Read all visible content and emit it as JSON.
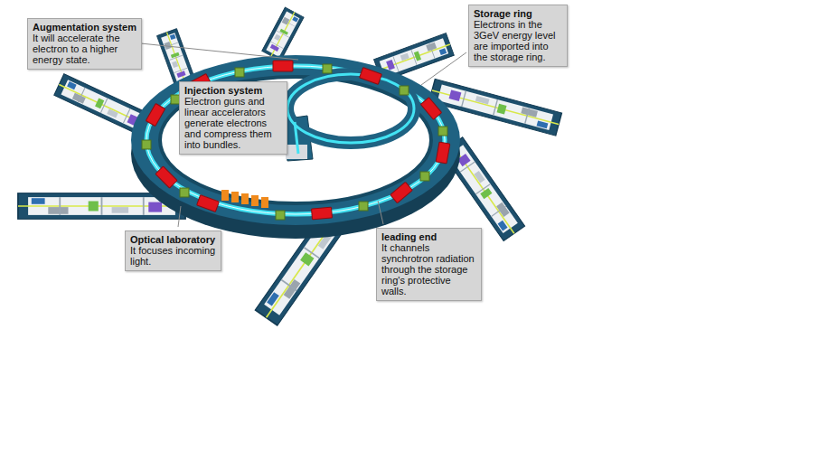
{
  "diagram": {
    "nodes": [
      {
        "text": [
          "Augmentation system",
          "It will accelerate the electron to a higher energy state."
        ]
      },
      {
        "text": [
          "Storage ring",
          "Electrons in the 3GeV energy level are imported into the storage ring."
        ]
      },
      {
        "text": [
          "Injection system",
          "Electron guns and linear accelerators generate electrons and compress them into bundles."
        ]
      },
      {
        "text": [
          "Optical laboratory",
          "It focuses incoming light."
        ]
      },
      {
        "text": [
          "leading end",
          "It channels synchrotron radiation through the storage ring's protective walls."
        ]
      }
    ]
  }
}
